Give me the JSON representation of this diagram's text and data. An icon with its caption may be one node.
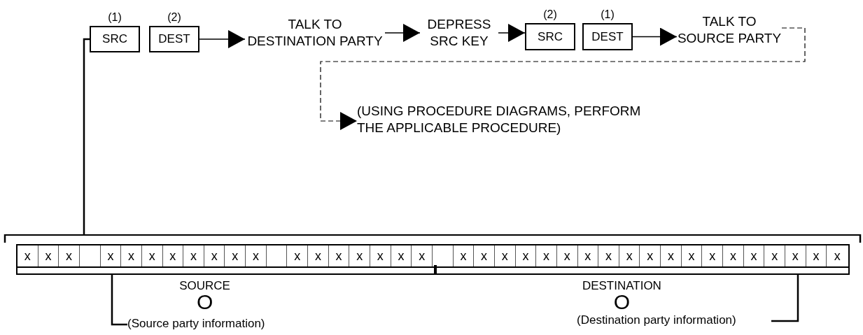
{
  "diagram": {
    "nodes": [
      {
        "text": [
          "SRC"
        ],
        "beside": [
          "(1)"
        ]
      },
      {
        "text": [
          "DEST"
        ],
        "beside": [
          "(2)"
        ]
      },
      {
        "text": [
          "TALK TO DESTINATION PARTY"
        ]
      },
      {
        "text": [
          "DEPRESS SRC KEY"
        ]
      },
      {
        "text": [
          "SRC"
        ],
        "beside": [
          "(2)"
        ]
      },
      {
        "text": [
          "DEST"
        ],
        "beside": [
          "(1)"
        ]
      },
      {
        "text": [
          "TALK TO SOURCE PARTY"
        ]
      },
      {
        "text": [
          "(USING PROCEDURE DIAGRAMS, PERFORM THE APPLICABLE PROCEDURE)"
        ]
      },
      {
        "text": [],
        "shape": "box"
      },
      {
        "text": [],
        "shape": "bar",
        "in": 8,
        "beside": [
          "SOURCE",
          "O"
        ]
      },
      {
        "text": [],
        "shape": "bar",
        "in": 8,
        "beside": [
          "DESTINATION",
          "O"
        ]
      },
      {
        "text": [
          "(Source party information)"
        ]
      },
      {
        "text": [
          "(Destination party information)"
        ]
      }
    ],
    "edges": [
      {
        "from": 1,
        "to": 2,
        "arrow": "to"
      },
      {
        "from": 2,
        "to": 3,
        "arrow": "to"
      },
      {
        "from": 3,
        "to": 4,
        "arrow": "to"
      },
      {
        "from": 5,
        "to": 6,
        "arrow": "to"
      },
      {
        "from": 6,
        "to": 7,
        "arrow": "to",
        "style": "dashed"
      },
      {
        "from": 0,
        "to": 8,
        "arrow": "none"
      },
      {
        "from": 11,
        "to": 9,
        "arrow": "none"
      },
      {
        "from": 12,
        "to": 10,
        "arrow": "none"
      }
    ],
    "labels": [
      "x",
      "x",
      "x",
      "x",
      "x",
      "x",
      "x",
      "x",
      "x",
      "x",
      "x",
      "x",
      "x",
      "x",
      "x",
      "x",
      "x",
      "x",
      "x",
      "x",
      "x",
      "x",
      "x",
      "x",
      "x",
      "x",
      "x",
      "x",
      "x",
      "x",
      "x",
      "x",
      "x",
      "x",
      "x",
      "x",
      "x"
    ]
  }
}
